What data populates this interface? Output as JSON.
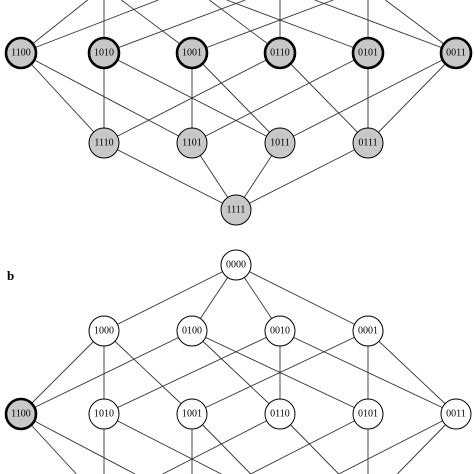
{
  "panel_b_label": "b",
  "colors": {
    "active_fill": "#c8c8c8",
    "inactive_fill": "#ffffff",
    "edge": "#333333",
    "outline": "#000000"
  },
  "panel_a": {
    "rows": [
      [
        "1100",
        "1010",
        "1001",
        "0110",
        "0101",
        "0011"
      ],
      [
        "1110",
        "1101",
        "1011",
        "0111"
      ],
      [
        "1111"
      ]
    ],
    "emphasized": [
      "1100",
      "1010",
      "1001",
      "0110",
      "0101",
      "0011"
    ],
    "filled": [
      "1100",
      "1010",
      "1001",
      "0110",
      "0101",
      "0011",
      "1110",
      "1101",
      "1011",
      "0111",
      "1111"
    ]
  },
  "panel_b": {
    "rows": [
      [
        "0000"
      ],
      [
        "1000",
        "0100",
        "0010",
        "0001"
      ],
      [
        "1100",
        "1010",
        "1001",
        "0110",
        "0101",
        "0011"
      ]
    ],
    "emphasized": [
      "1100"
    ],
    "filled": [
      "1100"
    ]
  }
}
